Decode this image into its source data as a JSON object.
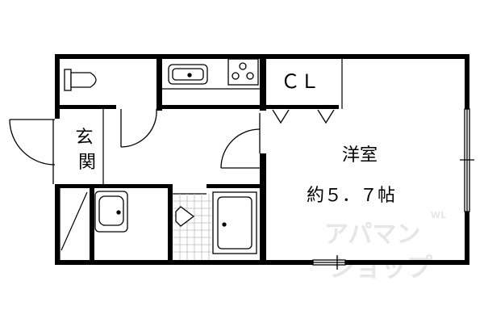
{
  "floorplan": {
    "rooms": {
      "western_room": {
        "name": "洋室",
        "size": "約５．７帖"
      },
      "closet": {
        "name": "ＣＬ"
      },
      "entrance": {
        "name": "玄関"
      }
    },
    "watermark": {
      "line1": "アパマン",
      "line2": "ショップ",
      "mark": "WL"
    },
    "colors": {
      "wall": "#000000",
      "grout": "#bbbbbb",
      "watermark": "#e6e6e6"
    }
  }
}
